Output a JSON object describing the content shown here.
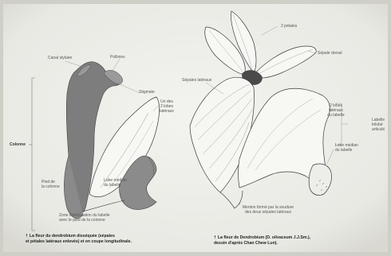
{
  "left_labels": {
    "canal_stylaire": "Canal stylaire",
    "pollinies": "Pollinies",
    "stigmate": "Stigmate",
    "un_des": "Un des",
    "lobes": "2 lobes",
    "lateraux": "latéraux",
    "colonne": "Colonne",
    "pied_l1": "Pied de",
    "pied_l2": "la colonne",
    "lobe_l1": "Lobe médian",
    "lobe_l2": "du labelle",
    "zone_l1": "Zone d'articulation du labelle",
    "zone_l2": "avec le pied de la colonne"
  },
  "right_labels": {
    "petales_2": "2 pétales",
    "sepale_dorsal": "Sépale dorsal",
    "sepales_lateraux": "Sépales latéraux",
    "lobes_l1": "2 lobes",
    "lobes_l2": "latéraux",
    "lobes_l3": "du labelle",
    "labelle_l1": "Labelle",
    "labelle_l2": "trilobé",
    "labelle_l3": "articulé",
    "lobe_median_l1": "Lobe médian",
    "lobe_median_l2": "du labelle",
    "menton_l1": "Menton formé par la soudure",
    "menton_l2": "des deux sépales latéraux"
  },
  "captions": {
    "left_l1": "La fleur du dendrobium disséquée (sépales",
    "left_l2": "et pétales latéraux enlevés) et en coupe longitudinale.",
    "right_l1": "La fleur de Dendrobium (D. olivaceum J.J.Sm.),",
    "right_l2": "dessin d'après Chan Chew Lun).",
    "dagger": "†"
  },
  "colors": {
    "background": "#d2d2cc",
    "page": "#f2f2ee",
    "ink": "#3a3a3a",
    "gray_fill": "#7f7f7f"
  }
}
